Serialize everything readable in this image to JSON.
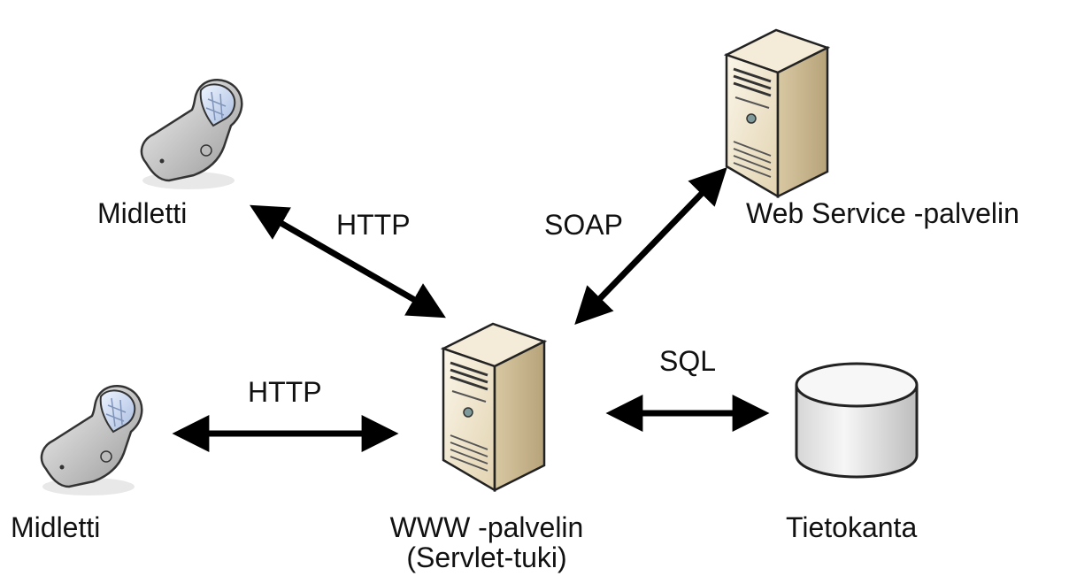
{
  "nodes": {
    "midlet_top": {
      "label": "Midletti",
      "icon": "mobile-phone-icon"
    },
    "midlet_bottom": {
      "label": "Midletti",
      "icon": "mobile-phone-icon"
    },
    "web_service": {
      "label": "Web Service -palvelin",
      "icon": "server-icon"
    },
    "www_server": {
      "label": "WWW -palvelin",
      "sublabel": "(Servlet-tuki)",
      "icon": "server-icon"
    },
    "database": {
      "label": "Tietokanta",
      "icon": "database-icon"
    }
  },
  "connections": [
    {
      "from": "midlet_top",
      "to": "www_server",
      "protocol": "HTTP"
    },
    {
      "from": "midlet_bottom",
      "to": "www_server",
      "protocol": "HTTP"
    },
    {
      "from": "www_server",
      "to": "web_service",
      "protocol": "SOAP"
    },
    {
      "from": "www_server",
      "to": "database",
      "protocol": "SQL"
    }
  ],
  "colors": {
    "arrow": "#000000",
    "server_body": "#efe4cc",
    "server_side": "#c9b791",
    "phone_body": "#c8c8c8",
    "database_body": "#e4e4e4"
  }
}
